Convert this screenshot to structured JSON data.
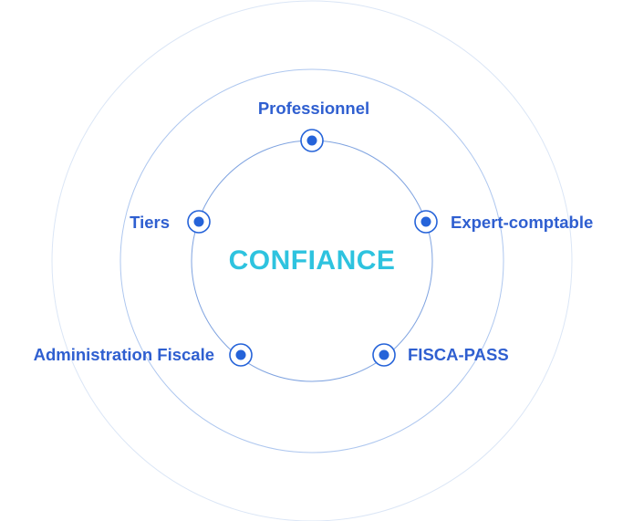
{
  "diagram": {
    "center_label": "CONFIANCE",
    "nodes": [
      {
        "id": "professionnel",
        "label": "Professionnel"
      },
      {
        "id": "tiers",
        "label": "Tiers"
      },
      {
        "id": "expert",
        "label": "Expert-comptable"
      },
      {
        "id": "admin",
        "label": "Administration Fiscale"
      },
      {
        "id": "fisca",
        "label": "FISCA-PASS"
      }
    ]
  },
  "colors": {
    "label": "#2f5fd0",
    "center": "#2ec3df",
    "node_fill": "#2563d9",
    "inner_ring": "#7fa3e0",
    "middle_ring": "#aec7ef",
    "outer_ring": "#dbe6f6"
  }
}
